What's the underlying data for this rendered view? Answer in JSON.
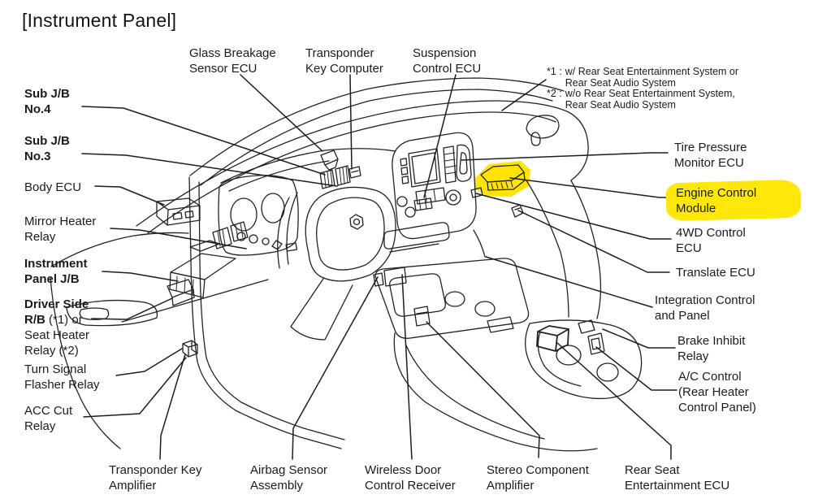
{
  "title": "[Instrument Panel]",
  "highlight_color": "#ffe70a",
  "notes": [
    {
      "marker": "*1 :",
      "text": "w/ Rear Seat Entertainment System or\nRear Seat Audio System"
    },
    {
      "marker": "*2 :",
      "text": "w/o Rear Seat Entertainment System,\nRear Seat Audio System"
    }
  ],
  "labels": {
    "glass_breakage_sensor_ecu": "Glass Breakage\nSensor ECU",
    "transponder_key_computer": "Transponder\nKey Computer",
    "suspension_control_ecu": "Suspension\nControl ECU",
    "sub_jb_no4": "Sub J/B\nNo.4",
    "sub_jb_no3": "Sub J/B\nNo.3",
    "body_ecu": "Body ECU",
    "mirror_heater_relay": "Mirror Heater\nRelay",
    "instrument_panel_jb": "Instrument\nPanel J/B",
    "driver_side_rb_bold": "Driver Side\nR/B",
    "driver_side_rb_rest": " (*1) or\nSeat Heater\nRelay (*2)",
    "turn_signal_flasher_relay": "Turn Signal\nFlasher Relay",
    "acc_cut_relay": "ACC Cut\nRelay",
    "transponder_key_amplifier": "Transponder Key\nAmplifier",
    "airbag_sensor_assembly": "Airbag Sensor\nAssembly",
    "wireless_door_control_receiver": "Wireless Door\nControl Receiver",
    "stereo_component_amplifier": "Stereo Component\nAmplifier",
    "rear_seat_entertainment_ecu": "Rear Seat\nEntertainment ECU",
    "tire_pressure_monitor_ecu": "Tire Pressure\nMonitor ECU",
    "engine_control_module": "Engine Control\nModule",
    "fourwd_control_ecu": "4WD Control\nECU",
    "translate_ecu": "Translate ECU",
    "integration_control_and_panel": "Integration Control\nand Panel",
    "brake_inhibit_relay": "Brake Inhibit\nRelay",
    "ac_control_rear_heater": "A/C Control\n(Rear Heater\nControl Panel)"
  }
}
